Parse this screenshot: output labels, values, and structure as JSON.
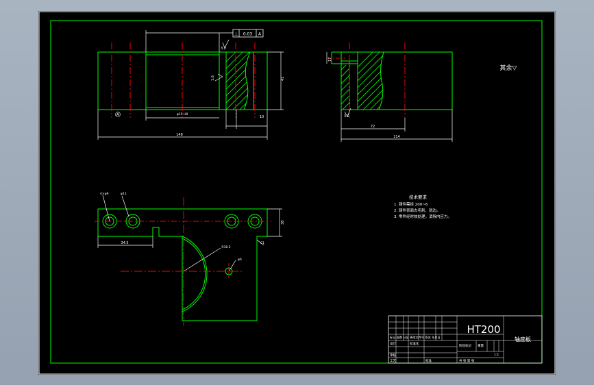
{
  "colors": {
    "background": "#a2adbb",
    "paper": "#000000",
    "frame": "#ffffff",
    "outline": "#00ff00",
    "centerline": "#ff0000",
    "dimension": "#ffffff",
    "hatch": "#00ff00",
    "cyan": "#00ffff"
  },
  "drawing": {
    "datum_label": "A",
    "tolerance": {
      "symbol": "⊥",
      "value": "0.03",
      "datum": "A"
    },
    "roughness_note": "其余▽",
    "dims": {
      "bore": "φ15 H8",
      "overall_length": "148",
      "step": "10",
      "height": "41",
      "side_height": "17",
      "side_length": "72",
      "side_total": "114",
      "r_arc": "R38.5",
      "small_hole": "φ6",
      "hole_a": "4×φ9",
      "hole_b": "φ11",
      "half_length": "34.5",
      "width": "38",
      "chamfer": "C1",
      "roughness_a": "3.2",
      "roughness_b": "1.6"
    },
    "technical_requirements": {
      "title": "技术要求",
      "items": [
        "1. 铸件需经 200~6",
        "2. 铸件表面去毛刺、锐边。",
        "3. 零件经时效处理，消除内应力。"
      ]
    }
  },
  "title_block": {
    "material": "HT200",
    "part_name": "轴座板",
    "cells": {
      "header": "标记 处数 分区 更改文件号 签名 年月日",
      "design": "设计",
      "standard": "标准化",
      "review": "审核",
      "process": "工艺",
      "approve": "批准",
      "stage": "阶段标记",
      "weight": "重量",
      "scale": "比例",
      "sheet": "共 张 第 张",
      "scale_value": "1:1"
    }
  }
}
